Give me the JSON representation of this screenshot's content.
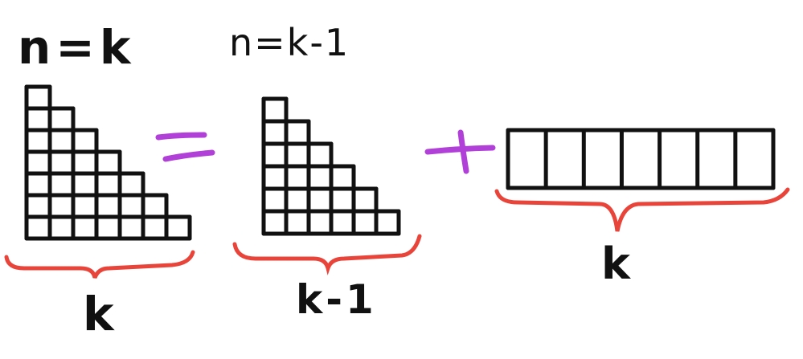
{
  "labels": {
    "left_case": "n=k",
    "middle_case": "n=k-1",
    "left_width": "k",
    "middle_width": "k-1",
    "right_width": "k"
  },
  "diagram": {
    "left_staircase_steps": 7,
    "middle_staircase_steps": 6,
    "bar_cells": 7,
    "operators": [
      "equals-sign",
      "plus-sign"
    ]
  },
  "colors": {
    "ink": "#111111",
    "operator": "#b040d8",
    "brace": "#e8443a"
  }
}
